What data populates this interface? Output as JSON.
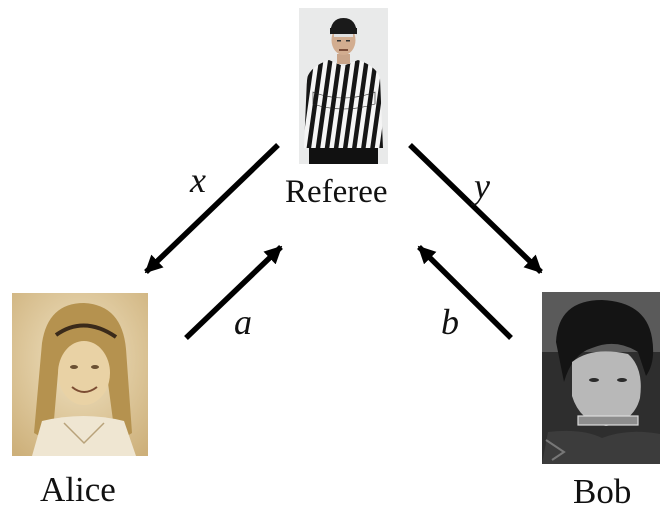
{
  "nodes": {
    "referee": {
      "label": "Referee"
    },
    "alice": {
      "label": "Alice"
    },
    "bob": {
      "label": "Bob"
    }
  },
  "edges": {
    "x": {
      "label": "x",
      "from": "referee",
      "to": "alice"
    },
    "y": {
      "label": "y",
      "from": "referee",
      "to": "bob"
    },
    "a": {
      "label": "a",
      "from": "alice",
      "to": "referee"
    },
    "b": {
      "label": "b",
      "from": "bob",
      "to": "referee"
    }
  },
  "colors": {
    "arrow": "#000000",
    "referee_bg": "#e9eaea",
    "alice_tone": "#d9c18c",
    "bob_tone": "#4a4a4a"
  }
}
